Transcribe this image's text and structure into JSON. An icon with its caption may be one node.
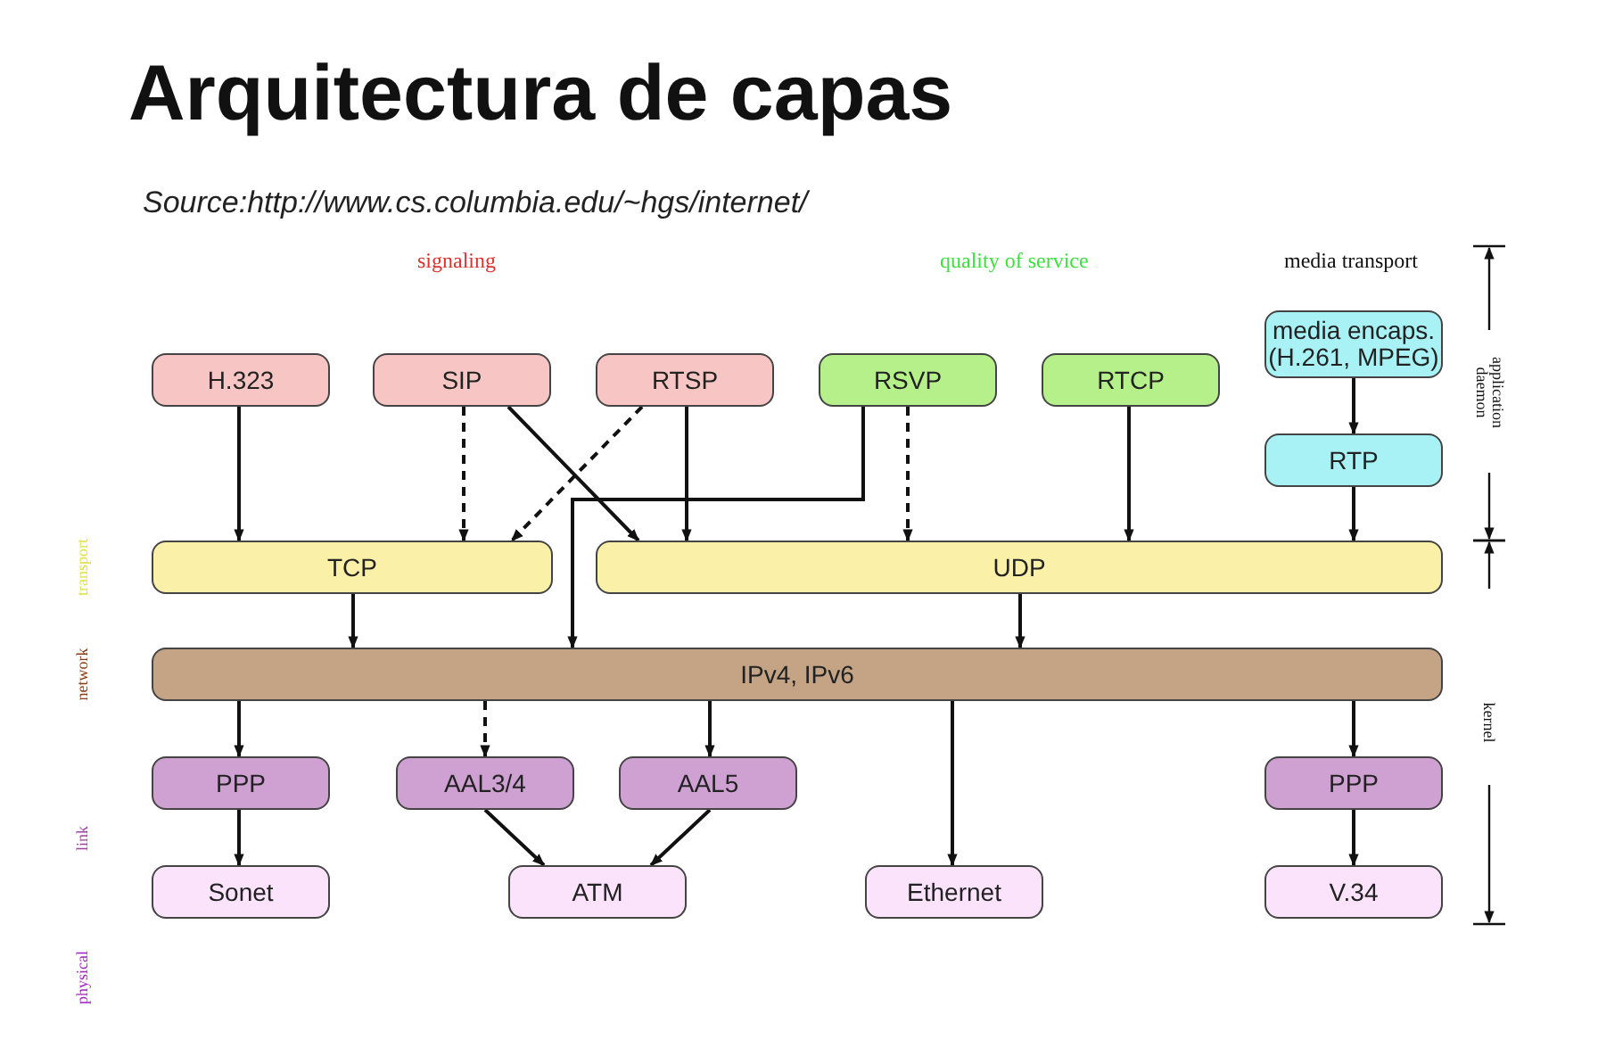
{
  "diagram": {
    "title": "Arquitectura de capas",
    "nodes": [
      {
        "text": [
          "H.323"
        ]
      },
      {
        "text": [
          "SIP"
        ]
      },
      {
        "text": [
          "RTSP"
        ]
      },
      {
        "text": [
          "RSVP"
        ]
      },
      {
        "text": [
          "RTCP"
        ]
      },
      {
        "text": [
          "media encaps. (H.261, MPEG)"
        ]
      },
      {
        "text": [
          "RTP"
        ]
      },
      {
        "text": [
          "TCP"
        ]
      },
      {
        "text": [
          "UDP"
        ]
      },
      {
        "text": [
          "IPv4, IPv6"
        ]
      },
      {
        "text": [
          "PPP"
        ]
      },
      {
        "text": [
          "AAL3/4"
        ]
      },
      {
        "text": [
          "AAL5"
        ]
      },
      {
        "text": [
          "PPP"
        ]
      },
      {
        "text": [
          "Sonet"
        ]
      },
      {
        "text": [
          "ATM"
        ]
      },
      {
        "text": [
          "Ethernet"
        ]
      },
      {
        "text": [
          "V.34"
        ]
      }
    ],
    "edges": [
      {
        "from": 0,
        "to": 7,
        "arrow": "to"
      },
      {
        "from": 1,
        "to": 7,
        "arrow": "to",
        "style": "dashed"
      },
      {
        "from": 1,
        "to": 8,
        "arrow": "to"
      },
      {
        "from": 2,
        "to": 7,
        "arrow": "to",
        "style": "dashed"
      },
      {
        "from": 2,
        "to": 8,
        "arrow": "to"
      },
      {
        "from": 3,
        "to": 9,
        "arrow": "to"
      },
      {
        "from": 3,
        "to": 8,
        "arrow": "to",
        "style": "dashed"
      },
      {
        "from": 4,
        "to": 8,
        "arrow": "to"
      },
      {
        "from": 5,
        "to": 6,
        "arrow": "to"
      },
      {
        "from": 6,
        "to": 8,
        "arrow": "to"
      },
      {
        "from": 7,
        "to": 9,
        "arrow": "to"
      },
      {
        "from": 8,
        "to": 9,
        "arrow": "to"
      },
      {
        "from": 9,
        "to": 10,
        "arrow": "to"
      },
      {
        "from": 9,
        "to": 11,
        "arrow": "to",
        "style": "dashed"
      },
      {
        "from": 9,
        "to": 12,
        "arrow": "to"
      },
      {
        "from": 9,
        "to": 16,
        "arrow": "to"
      },
      {
        "from": 9,
        "to": 13,
        "arrow": "to"
      },
      {
        "from": 10,
        "to": 14,
        "arrow": "to"
      },
      {
        "from": 11,
        "to": 15,
        "arrow": "to"
      },
      {
        "from": 12,
        "to": 15,
        "arrow": "to"
      },
      {
        "from": 13,
        "to": 17,
        "arrow": "to"
      }
    ],
    "labels": [
      "Source:http://www.cs.columbia.edu/~hgs/internet/",
      "signaling",
      "quality of service",
      "media transport",
      "application daemon",
      "transport",
      "network",
      "kernel",
      "link",
      "physical"
    ]
  }
}
